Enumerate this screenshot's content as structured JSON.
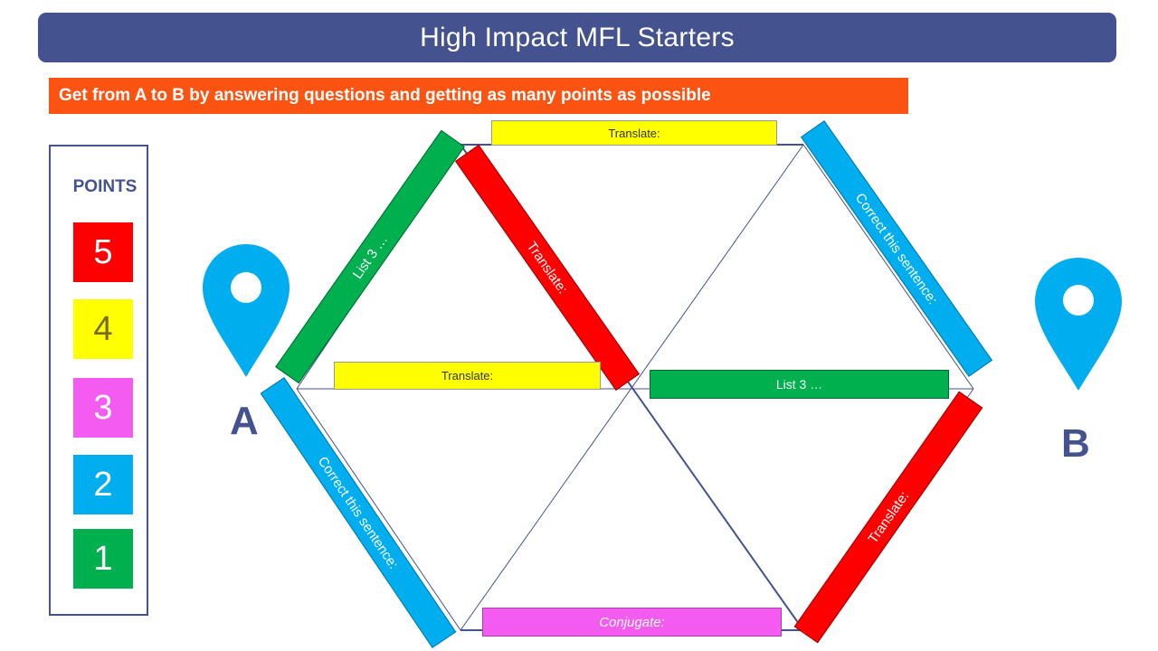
{
  "header": {
    "title": "High Impact MFL Starters"
  },
  "instruction": "Get from A to B by answering questions and getting as many points as possible",
  "points_panel": {
    "label": "POINTS",
    "items": [
      {
        "value": "5",
        "color": "#ff0000"
      },
      {
        "value": "4",
        "color": "#ffff00"
      },
      {
        "value": "3",
        "color": "#f35bf1"
      },
      {
        "value": "2",
        "color": "#00adef"
      },
      {
        "value": "1",
        "color": "#00b04f"
      }
    ]
  },
  "board": {
    "start_label": "A",
    "end_label": "B",
    "pin_color": "#00adef",
    "line_color": "#44538f",
    "strips": {
      "top": "Translate:",
      "upper_left": "List 3 …",
      "upper_inner": "Translate:",
      "upper_right": "Correct this sentence:",
      "middle_left": "Translate:",
      "middle_right": "List 3 …",
      "lower_left": "Correct this sentence:",
      "lower_right": "Translate:",
      "bottom": "Conjugate:"
    }
  }
}
